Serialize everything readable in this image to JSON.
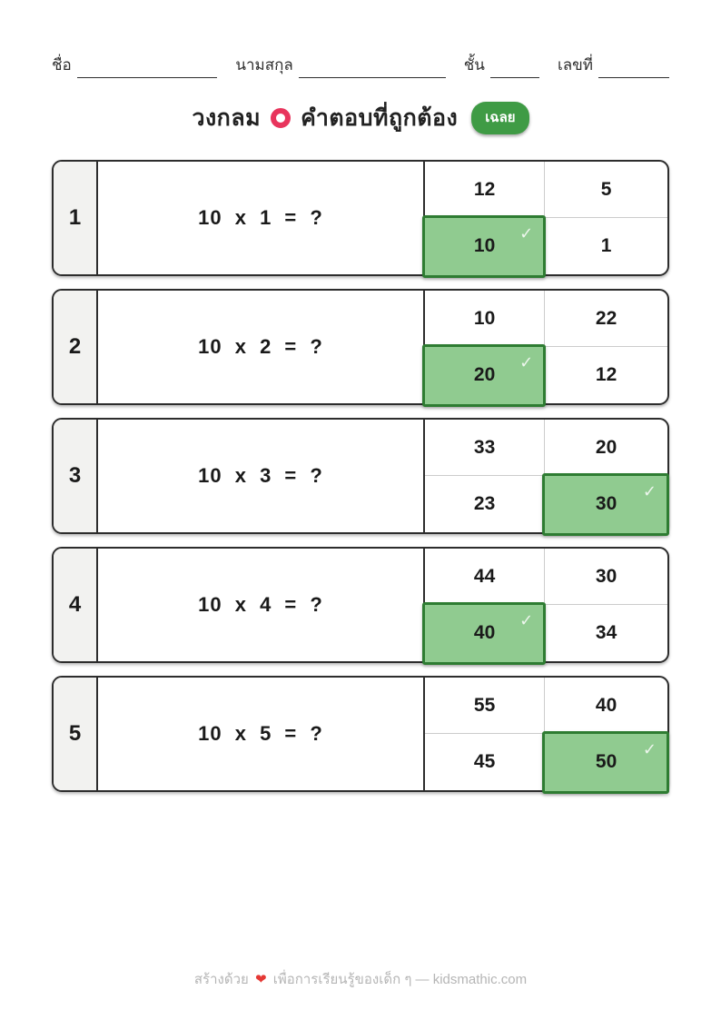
{
  "header": {
    "name_label": "ชื่อ",
    "surname_label": "นามสกุล",
    "class_label": "ชั้น",
    "number_label": "เลขที่"
  },
  "title": {
    "instruction_prefix": "วงกลม",
    "instruction_suffix": "คำตอบที่ถูกต้อง",
    "badge_label": "เฉลย",
    "circle_icon": "red-ring"
  },
  "questions": [
    {
      "no": "1",
      "question": "10 x 1 = ?",
      "options": [
        "12",
        "5",
        "10",
        "1"
      ],
      "correct_index": 2
    },
    {
      "no": "2",
      "question": "10 x 2 = ?",
      "options": [
        "10",
        "22",
        "20",
        "12"
      ],
      "correct_index": 2
    },
    {
      "no": "3",
      "question": "10 x 3 = ?",
      "options": [
        "33",
        "20",
        "23",
        "30"
      ],
      "correct_index": 3
    },
    {
      "no": "4",
      "question": "10 x 4 = ?",
      "options": [
        "44",
        "30",
        "40",
        "34"
      ],
      "correct_index": 2
    },
    {
      "no": "5",
      "question": "10 x 5 = ?",
      "options": [
        "55",
        "40",
        "45",
        "50"
      ],
      "correct_index": 3
    }
  ],
  "check_icon": "✓",
  "footer": {
    "text_before_heart": "สร้างด้วย",
    "heart": "❤",
    "text_after_heart": "เพื่อการเรียนรู้ของเด็ก ๆ — kidsmathic.com"
  },
  "colors": {
    "correct_fill": "#90cb90",
    "correct_border": "#2e7c32",
    "badge_green": "#3f9b45",
    "ring_pink": "#e8345c",
    "heart_red": "#e53935"
  }
}
